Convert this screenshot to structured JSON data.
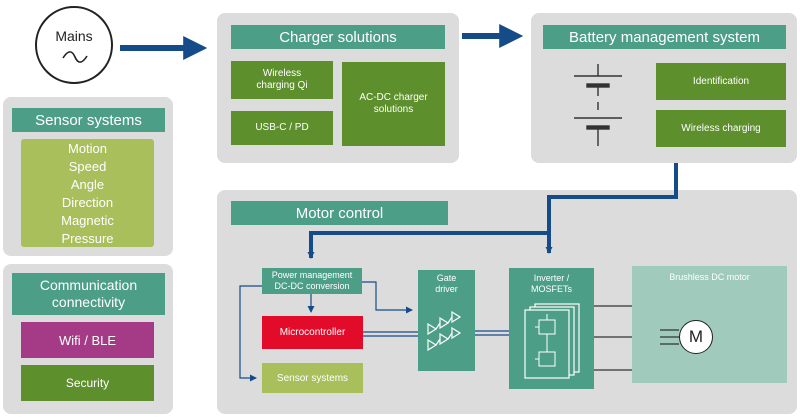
{
  "mains": {
    "label": "Mains",
    "symbol": "~"
  },
  "charger": {
    "title": "Charger solutions",
    "wireless": "Wireless charging Qi",
    "usbc": "USB-C / PD",
    "acdc": "AC-DC charger solutions"
  },
  "bms": {
    "title": "Battery management system",
    "identification": "Identification",
    "wireless": "Wireless charging"
  },
  "sensor": {
    "title": "Sensor systems",
    "items": [
      "Motion",
      "Speed",
      "Angle",
      "Direction",
      "Magnetic",
      "Pressure"
    ]
  },
  "comm": {
    "title": "Communication connectivity",
    "wifi": "Wifi / BLE",
    "security": "Security"
  },
  "motor": {
    "title": "Motor control",
    "power_mgmt": "Power management DC-DC conversion",
    "microcontroller": "Microcontroller",
    "sensor_systems": "Sensor systems",
    "gate_driver": "Gate driver",
    "inverter": "Inverter / MOSFETs",
    "bldc": "Brushless DC motor",
    "motor_symbol": "M"
  },
  "colors": {
    "teal": "#4d9e86",
    "green": "#5d8f2c",
    "light_green": "#a8bf5c",
    "purple": "#a53a86",
    "red": "#e30b2a",
    "arrow_blue": "#164b8a",
    "panel_grey": "#dcdcdc"
  }
}
